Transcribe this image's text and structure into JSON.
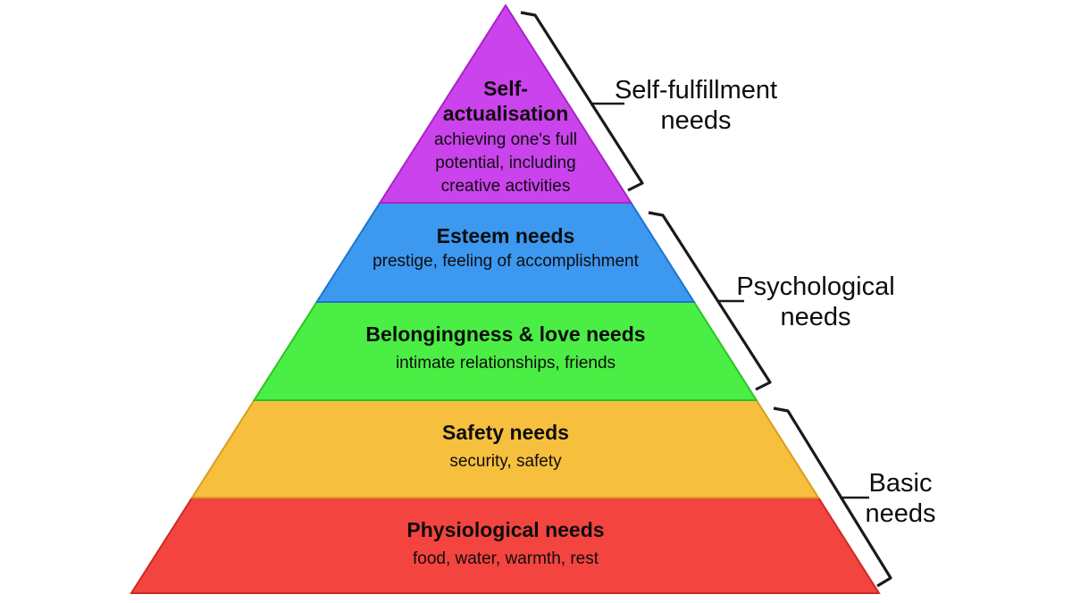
{
  "diagram": {
    "kind": "pyramid-hierarchy",
    "background": "#ffffff"
  },
  "colors": {
    "background": "#ffffff",
    "text": "#0d0d0d",
    "bracket": "#1a1a1a"
  },
  "pyramid": {
    "layers": [
      {
        "name": "self-actualisation",
        "color": "#cb43ec",
        "stroke": "#a625c6",
        "title_lines": [
          "Self-",
          "actualisation"
        ],
        "subtitle_lines": [
          "achieving one's full",
          "potential, including",
          "creative activities"
        ]
      },
      {
        "name": "esteem",
        "color": "#3d98f0",
        "stroke": "#1f74cc",
        "title_lines": [
          "Esteem needs"
        ],
        "subtitle_lines": [
          "prestige, feeling of accomplishment"
        ]
      },
      {
        "name": "belongingness-love",
        "color": "#4bee44",
        "stroke": "#2cc426",
        "title_lines": [
          "Belongingness & love needs"
        ],
        "subtitle_lines": [
          "intimate relationships, friends"
        ]
      },
      {
        "name": "safety",
        "color": "#f6c03e",
        "stroke": "#d89e1c",
        "title_lines": [
          "Safety needs"
        ],
        "subtitle_lines": [
          "security, safety"
        ]
      },
      {
        "name": "physiological",
        "color": "#f4443f",
        "stroke": "#cc2a26",
        "title_lines": [
          "Physiological needs"
        ],
        "subtitle_lines": [
          "food, water, warmth, rest"
        ]
      }
    ]
  },
  "groups": [
    {
      "name": "self-fulfillment-needs",
      "label_lines": [
        "Self-fulfillment",
        "needs"
      ]
    },
    {
      "name": "psychological-needs",
      "label_lines": [
        "Psychological",
        "needs"
      ]
    },
    {
      "name": "basic-needs",
      "label_lines": [
        "Basic",
        "needs"
      ]
    }
  ]
}
